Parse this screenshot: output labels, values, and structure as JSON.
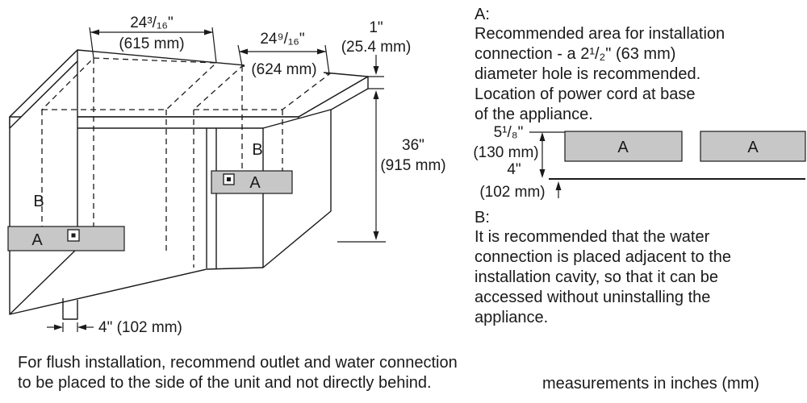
{
  "page": {
    "bg": "#ffffff",
    "ink": "#1a1a1a",
    "strip_gray": "#c7c7c7"
  },
  "drawing": {
    "labels": {
      "a_left": "A",
      "a_right": "A",
      "b_left": "B",
      "b_mid": "B"
    },
    "dims": {
      "w1_in": "24³/₁₆\"",
      "w1_mm": "(615 mm)",
      "w2_in": "24⁹/₁₆\"",
      "w2_mm": "(624 mm)",
      "t_in": "1\"",
      "t_mm": "(25.4 mm)",
      "h_in": "36\"",
      "h_mm": "(915 mm)",
      "toe": "4\" (102 mm)"
    }
  },
  "note_a": {
    "heading": "A:",
    "body": "Recommended area for installation\nconnection - a 2¹/₂\" (63 mm)\ndiameter hole is recommended.\nLocation of power cord at base\nof the appliance."
  },
  "mini": {
    "h_in": "5¹/₈\"",
    "h_mm": "(130 mm)",
    "base_in": "4\"",
    "base_mm": "(102 mm)",
    "box1": "A",
    "box2": "A"
  },
  "note_b": {
    "heading": "B:",
    "body": "It is recommended that the water\nconnection is placed adjacent to the\ninstallation cavity, so that it can be\naccessed without uninstalling the\nappliance."
  },
  "footer": {
    "note": "For flush installation, recommend outlet and water connection\nto be placed to the side of the unit and not directly behind.",
    "units": "measurements in inches (mm)"
  }
}
